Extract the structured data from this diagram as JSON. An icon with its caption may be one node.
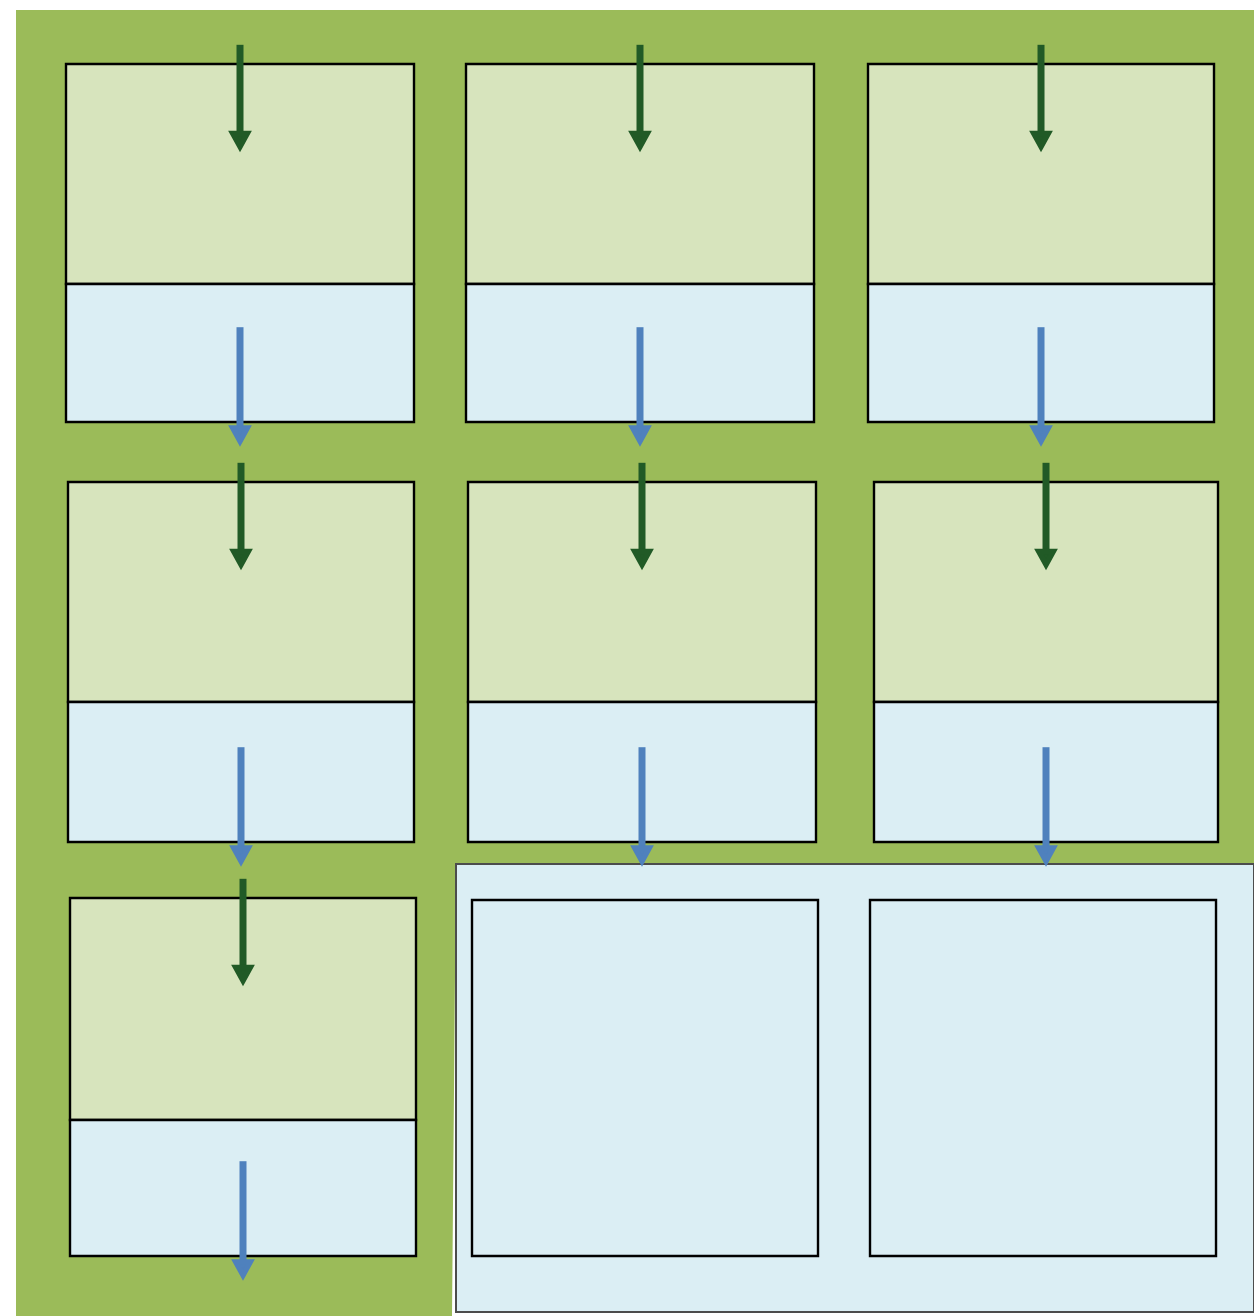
{
  "diagram": {
    "nodes": [
      {
        "text": [],
        "shape": "box"
      },
      {
        "text": [],
        "shape": "box"
      },
      {
        "text": [],
        "shape": "box"
      },
      {
        "text": [],
        "shape": "box"
      },
      {
        "text": [],
        "shape": "box"
      },
      {
        "text": [],
        "shape": "box"
      },
      {
        "text": [],
        "shape": "box"
      },
      {
        "text": [],
        "shape": "box"
      },
      {
        "text": [],
        "shape": "box"
      },
      {
        "text": [],
        "shape": "box"
      },
      {
        "text": [],
        "shape": "box"
      },
      {
        "text": [],
        "shape": "box"
      },
      {
        "text": [],
        "shape": "box"
      },
      {
        "text": [],
        "shape": "box"
      },
      {
        "text": [],
        "shape": "box"
      },
      {
        "text": [],
        "shape": "box"
      }
    ],
    "edges": [
      {
        "from": null,
        "to": 0,
        "arrow": "to",
        "color": "#215a26"
      },
      {
        "from": 1,
        "to": null,
        "arrow": "to",
        "color": "#4f81bd"
      },
      {
        "from": null,
        "to": 2,
        "arrow": "to",
        "color": "#215a26"
      },
      {
        "from": 3,
        "to": null,
        "arrow": "to",
        "color": "#4f81bd"
      },
      {
        "from": null,
        "to": 4,
        "arrow": "to",
        "color": "#215a26"
      },
      {
        "from": 5,
        "to": null,
        "arrow": "to",
        "color": "#4f81bd"
      },
      {
        "from": null,
        "to": 6,
        "arrow": "to",
        "color": "#215a26"
      },
      {
        "from": 7,
        "to": null,
        "arrow": "to",
        "color": "#4f81bd"
      },
      {
        "from": null,
        "to": 8,
        "arrow": "to",
        "color": "#215a26"
      },
      {
        "from": 9,
        "to": null,
        "arrow": "to",
        "color": "#4f81bd"
      },
      {
        "from": null,
        "to": 10,
        "arrow": "to",
        "color": "#215a26"
      },
      {
        "from": 11,
        "to": null,
        "arrow": "to",
        "color": "#4f81bd"
      },
      {
        "from": null,
        "to": 12,
        "arrow": "to",
        "color": "#215a26"
      },
      {
        "from": 13,
        "to": null,
        "arrow": "to",
        "color": "#4f81bd"
      }
    ]
  }
}
